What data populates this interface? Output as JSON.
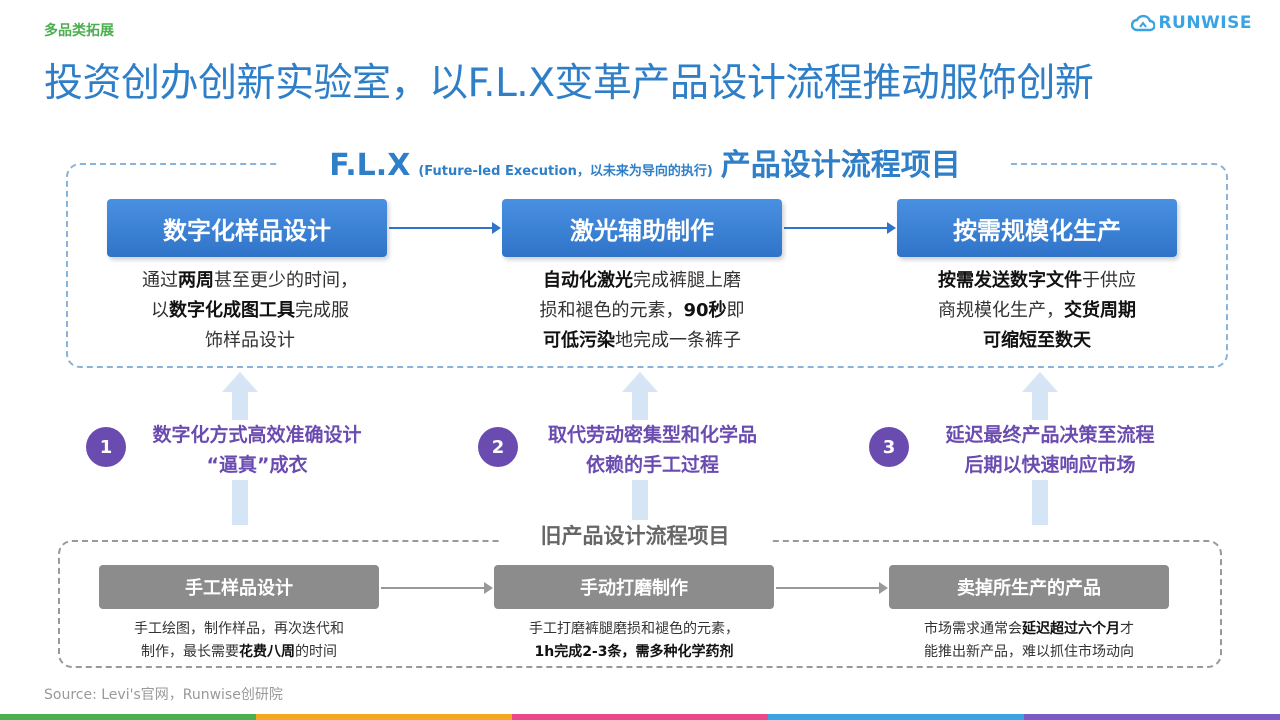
{
  "tag": "多品类拓展",
  "logo_text": "RUNWISE",
  "title": "投资创办创新实验室，以F.L.X变革产品设计流程推动服饰创新",
  "flx": {
    "name": "F.L.X",
    "subtitle": "(Future-led Execution，以未来为导向的执行)",
    "label": "产品设计流程项目",
    "steps": [
      {
        "title": "数字化样品设计"
      },
      {
        "title": "激光辅助制作"
      },
      {
        "title": "按需规模化生产"
      }
    ],
    "desc1": {
      "a": "通过",
      "b": "两周",
      "c": "甚至更少的时间，",
      "d": "以",
      "e": "数字化成图工具",
      "f": "完成服",
      "g": "饰样品设计"
    },
    "desc2": {
      "a": "自动化激光",
      "b": "完成裤腿上磨",
      "c": "损和褪色的元素，",
      "d": "90秒",
      "e": "即",
      "f": "可低污染",
      "g": "地完成一条裤子"
    },
    "desc3": {
      "a": "按需发送数字文件",
      "b": "于供应",
      "c": "商规模化生产，",
      "d": "交货周期",
      "e": "可缩短至数天"
    }
  },
  "benefits": [
    {
      "num": "1",
      "line1": "数字化方式高效准确设计",
      "line2": "“逼真”成衣"
    },
    {
      "num": "2",
      "line1": "取代劳动密集型和化学品",
      "line2": "依赖的手工过程"
    },
    {
      "num": "3",
      "line1": "延迟最终产品决策至流程",
      "line2": "后期以快速响应市场"
    }
  ],
  "old": {
    "label": "旧产品设计流程项目",
    "steps": [
      {
        "title": "手工样品设计"
      },
      {
        "title": "手动打磨制作"
      },
      {
        "title": "卖掉所生产的产品"
      }
    ],
    "desc1": {
      "a": "手工绘图，制作样品，再次迭代和",
      "b": "制作，最长需要",
      "c": "花费八周",
      "d": "的时间"
    },
    "desc2": {
      "a": "手工打磨裤腿磨损和褪色的元素，",
      "b": "1h完成2-3条，需多种化学药剂"
    },
    "desc3": {
      "a": "市场需求通常会",
      "b": "延迟超过六个月",
      "c": "才",
      "d": "能推出新产品，难以抓住市场动向"
    }
  },
  "source": "Source: Levi's官网，Runwise创研院",
  "colors": {
    "title_blue": "#2f7fc8",
    "purple": "#6a4bb0",
    "tag_green": "#4caf50",
    "bar": [
      "#4caf50",
      "#f5a623",
      "#e84a8a",
      "#3aa3e3",
      "#7b5cc4"
    ]
  }
}
